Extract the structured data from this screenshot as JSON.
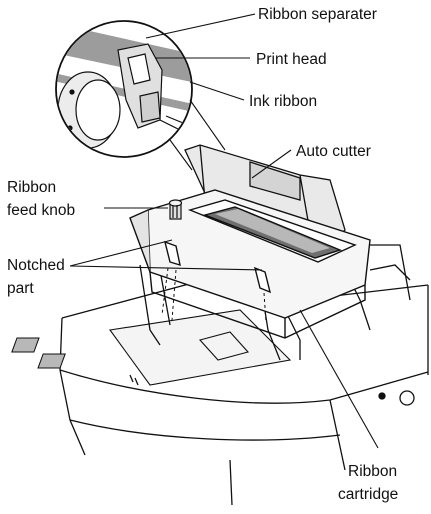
{
  "labels": {
    "ribbon_separater": "Ribbon separater",
    "print_head": "Print head",
    "ink_ribbon": "Ink ribbon",
    "auto_cutter": "Auto cutter",
    "ribbon_feed_knob_line1": "Ribbon",
    "ribbon_feed_knob_line2": "feed knob",
    "notched_part_line1": "Notched",
    "notched_part_line2": "part",
    "ribbon_cartridge_line1": "Ribbon",
    "ribbon_cartridge_line2": "cartridge"
  },
  "colors": {
    "line": "#111111",
    "ribbon_band": "#9c9c9c",
    "shade_light": "#dedede",
    "shade_mid": "#b8b8b8",
    "shade_dark": "#6f6f6f",
    "background": "#ffffff"
  }
}
